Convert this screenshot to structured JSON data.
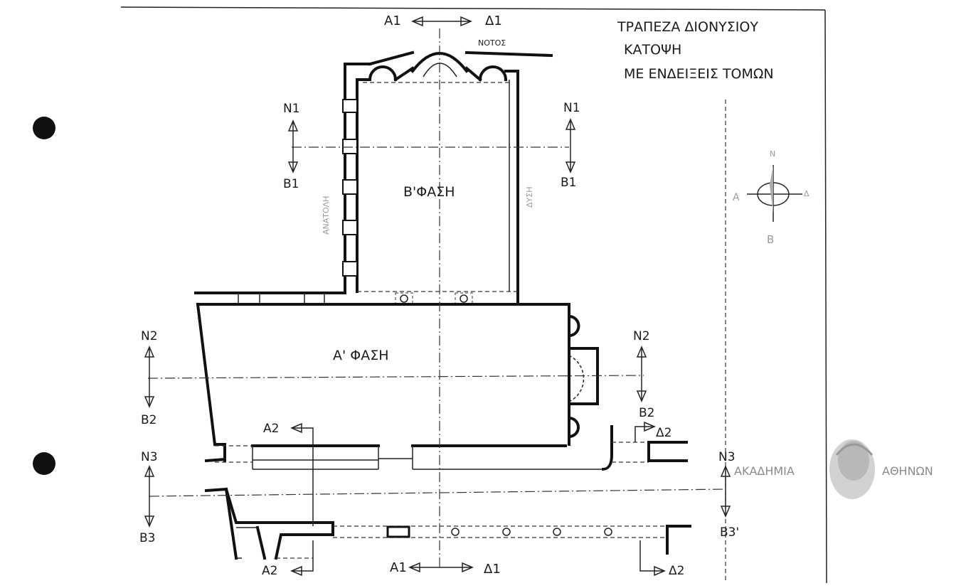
{
  "title": {
    "line1": "ΤΡΑΠΕΖΑ ΔΙΟΝΥΣΙΟΥ",
    "line2": "ΚΑΤΟΨΗ",
    "line3": "ΜΕ ΕΝΔΕΙΞΕΙΣ ΤΟΜΩΝ"
  },
  "orientation": {
    "south": "ΝΟΤΟΣ",
    "east": "ΑΝΑΤΟΛΗ",
    "west": "ΔΥΣΗ"
  },
  "phases": {
    "phase_b": "Β'ΦΑΣΗ",
    "phase_a": "Α' ΦΑΣΗ"
  },
  "sections": {
    "a1_top": "Α1",
    "d1_top": "Δ1",
    "a1_bottom": "Α1",
    "d1_bottom": "Δ1",
    "n1_left": "Ν1",
    "b1_left": "Β1",
    "n1_right": "Ν1",
    "b1_right": "Β1",
    "n2_left": "Ν2",
    "b2_left": "Β2",
    "n2_right": "Ν2",
    "b2_right": "Β2",
    "n3_left": "Ν3",
    "b3_left": "Β3",
    "n3_right": "Ν3",
    "b3_right": "Β3'",
    "a2_upper": "Α2",
    "a2_lower": "Α2",
    "d2_upper": "Δ2",
    "d2_lower": "Δ2"
  },
  "compass": {
    "north": "Ν",
    "south": "Β",
    "east": "Α",
    "west": "Δ"
  },
  "logo": {
    "left": "ΑΚΑΔΗΜΙΑ",
    "right": "ΑΘΗΝΩΝ"
  },
  "colors": {
    "ink": "#111111",
    "paper": "#ffffff",
    "watermark": "#8a8a8a"
  }
}
